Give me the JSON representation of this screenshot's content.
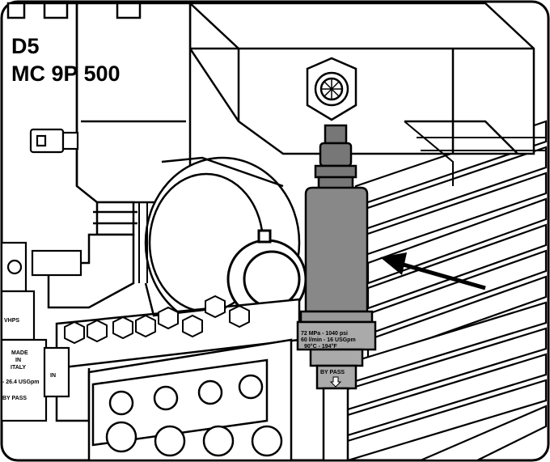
{
  "header": {
    "line1": "D5",
    "line2": "MC 9P 500"
  },
  "valve_marking": {
    "line1": "72 MPa - 1040 psi",
    "line2": "60 l/min - 16 USGpm",
    "line3": "90°C - 194°F",
    "bypass": "BY PASS"
  },
  "side_label": {
    "brand": "VHPS",
    "made": "MADE",
    "in": "IN",
    "italy": "ITALY",
    "flow": "- 26.4 USGpm",
    "in_port": "IN",
    "bypass": "BY PASS"
  },
  "colors": {
    "valve_body": "#8a8a8a",
    "line": "#000000",
    "background": "#ffffff",
    "arrow": "#000000"
  },
  "icons": {
    "callout_arrow": "arrow-left-icon",
    "flow_arrow": "arrow-down-icon"
  }
}
